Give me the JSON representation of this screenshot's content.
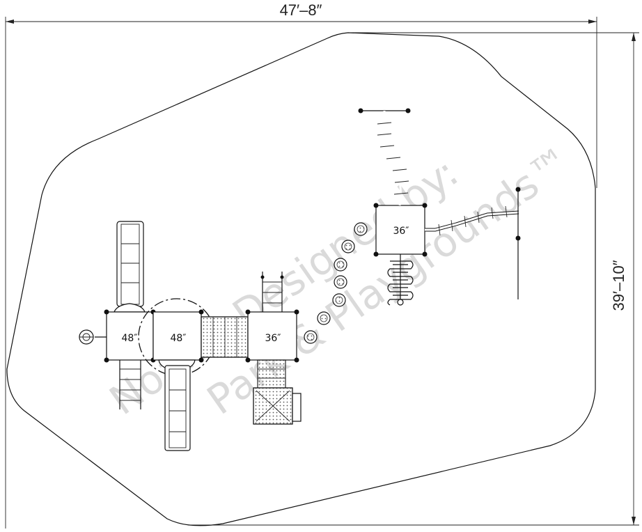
{
  "dimensions": {
    "width_label": "47′–8″",
    "height_label": "39′–10″"
  },
  "decks": [
    {
      "label": "48″"
    },
    {
      "label": "48″"
    },
    {
      "label": "36″"
    },
    {
      "label": "36″"
    }
  ],
  "watermark": {
    "line1": "Noah's Designed by:",
    "line2": "Park & Playgrounds™"
  }
}
